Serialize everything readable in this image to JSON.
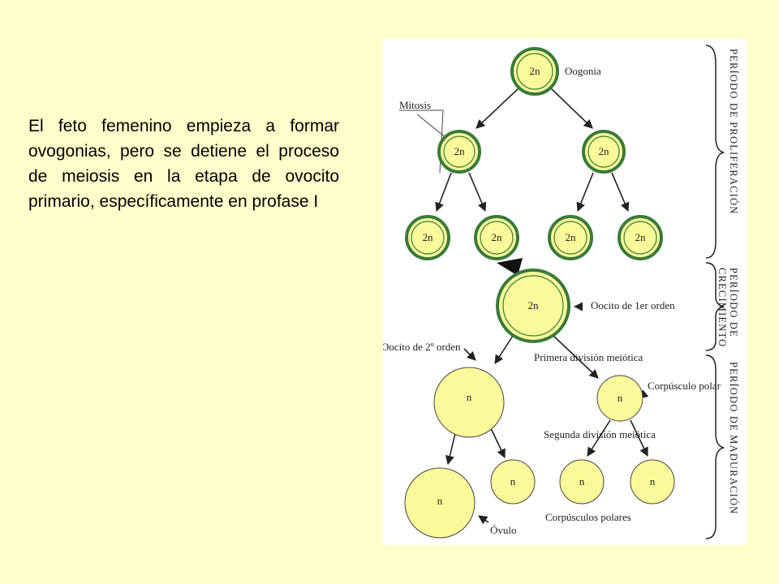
{
  "caption": "El feto femenino empieza a formar ovogonias, pero se detiene el proceso de meiosis en la etapa de ovocito primario, específicamente en profase I",
  "diagram": {
    "colors": {
      "cell_fill": "#fafa9a",
      "ring": "#3a7a3a",
      "ink": "#222222"
    },
    "cells": {
      "oogonia": "2n",
      "gen2_left": "2n",
      "gen2_right": "2n",
      "gen3_1": "2n",
      "gen3_2": "2n",
      "gen3_3": "2n",
      "gen3_4": "2n",
      "oocyte1": "2n",
      "oocyte2": "n",
      "polar1": "n",
      "ovum": "n",
      "polar_a": "n",
      "polar_b": "n",
      "polar_c": "n"
    },
    "labels": {
      "oogonia": "Oogonia",
      "mitosis": "Mitosis",
      "oocyte1": "Oocito de 1er orden",
      "oocyte2": "Oocito de 2º orden",
      "first_division": "Primera división meiótica",
      "polar_body": "Corpúsculo polar",
      "second_division": "Segunda división meiótica",
      "ovum": "Óvulo",
      "polar_bodies": "Corpúsculos polares"
    },
    "periods": {
      "proliferation": "PERÍODO DE PROLIFERACIÓN",
      "growth": "PERÍODO DE CRECIMIENTO",
      "maturation": "PERÍODO DE MADURACIÓN"
    }
  }
}
